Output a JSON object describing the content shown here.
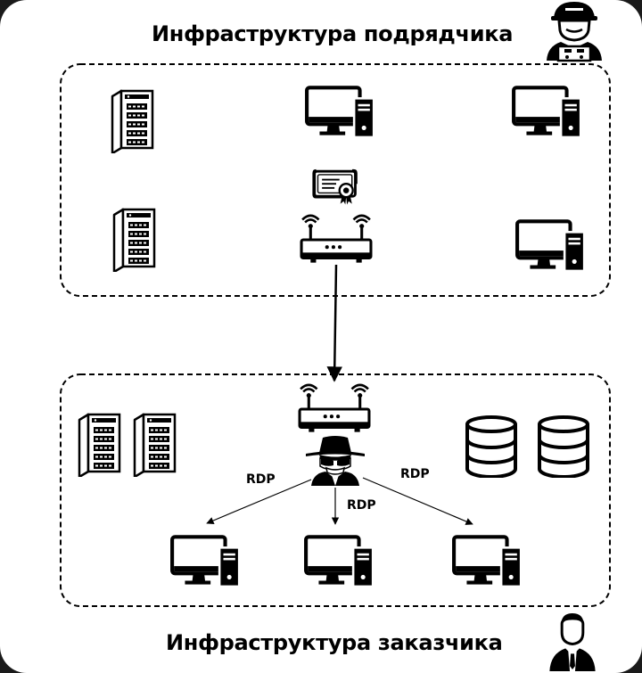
{
  "diagram": {
    "title_contractor": "Инфраструктура подрядчика",
    "title_customer": "Инфраструктура заказчика",
    "links": [
      {
        "from": "contractor-router",
        "to": "customer-router",
        "label": ""
      },
      {
        "from": "attacker",
        "to": "customer-pc-left",
        "label": "RDP"
      },
      {
        "from": "attacker",
        "to": "customer-pc-center",
        "label": "RDP"
      },
      {
        "from": "attacker",
        "to": "customer-pc-right",
        "label": "RDP"
      }
    ],
    "icons": [
      "worker-icon",
      "server-icon",
      "computer-icon",
      "certificate-icon",
      "router-icon",
      "hacker-icon",
      "database-icon",
      "businessman-icon"
    ]
  }
}
